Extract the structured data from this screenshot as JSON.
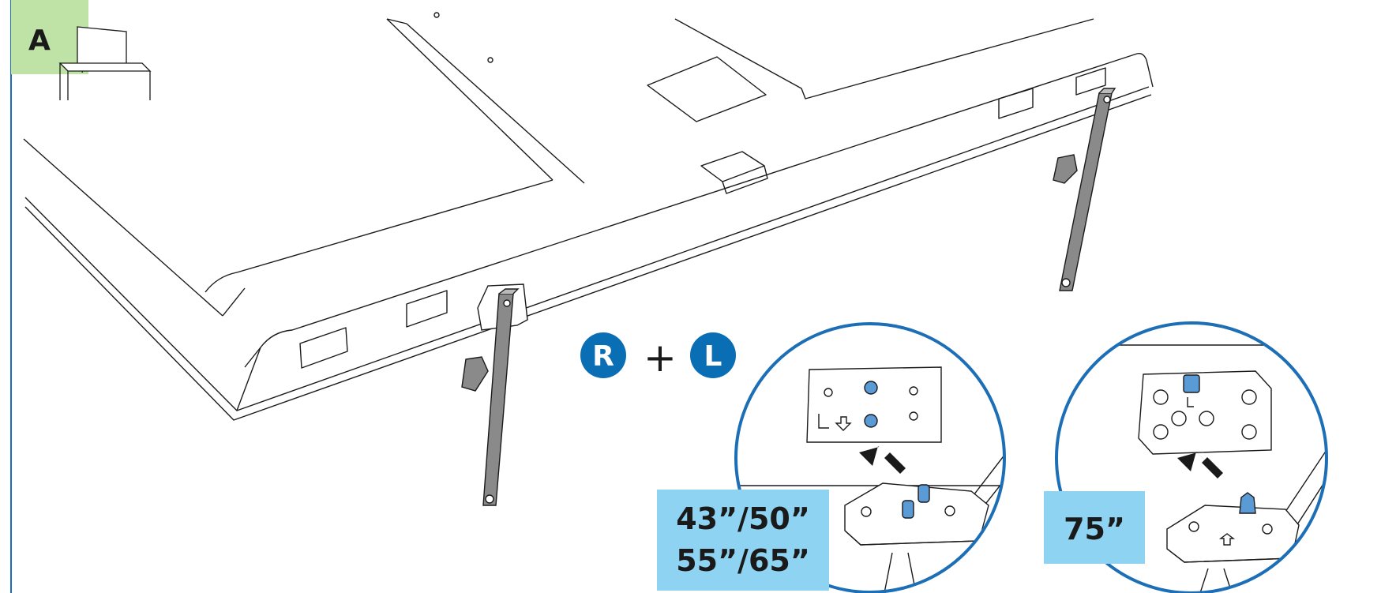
{
  "step": {
    "letter": "A"
  },
  "legs": {
    "right_badge": "R",
    "plus": "+",
    "left_badge": "L"
  },
  "detail_small": {
    "size_line_1": "43”/50”",
    "size_line_2": "55”/65”",
    "plate_mark": "L"
  },
  "detail_large": {
    "size": "75”",
    "plate_mark": "L"
  },
  "colors": {
    "badge_blue": "#0a6eb4",
    "step_tab_green": "#bfe3a6",
    "size_label_blue": "#8fd3f2",
    "pin_blue": "#5b9bd5",
    "frame_blue": "#1c6fb6",
    "line": "#1a1a1a",
    "leg_grey": "#8a8a8a"
  }
}
